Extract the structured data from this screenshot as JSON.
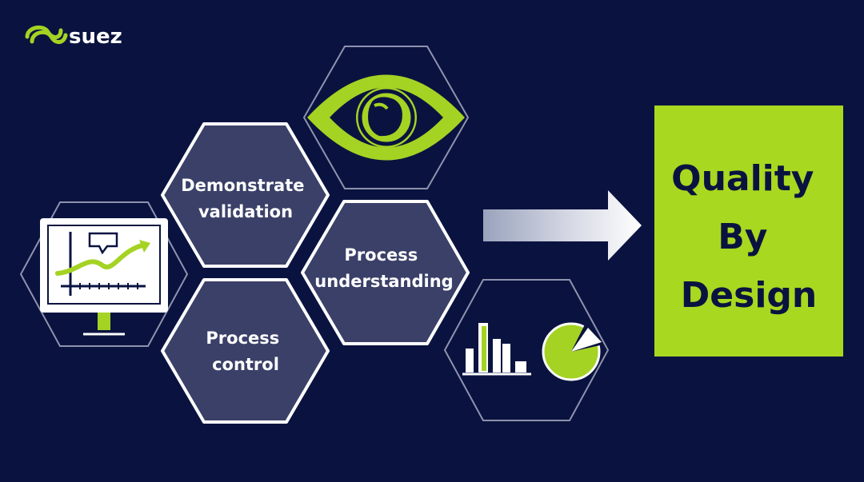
{
  "brand": {
    "name": "suez",
    "logo_icon": "suez-swirl-logo",
    "color": "#a4d323"
  },
  "hexagons": [
    {
      "id": "demonstrate-validation",
      "lines": [
        "Demonstrate",
        "validation"
      ]
    },
    {
      "id": "process-understanding",
      "lines": [
        "Process",
        "understanding"
      ]
    },
    {
      "id": "process-control",
      "lines": [
        "Process",
        "control"
      ]
    }
  ],
  "icon_hexagons": [
    "eye-icon",
    "monitor-chart-icon",
    "bar-pie-chart-icon"
  ],
  "arrow_icon": "right-arrow-icon",
  "result_box": {
    "lines": [
      "Quality",
      "By",
      "Design"
    ],
    "color": "#a8d820"
  },
  "colors": {
    "background": "#0a1340",
    "hex_fill": "#3a4068",
    "hex_border": "#ffffff",
    "accent": "#a4d323"
  }
}
